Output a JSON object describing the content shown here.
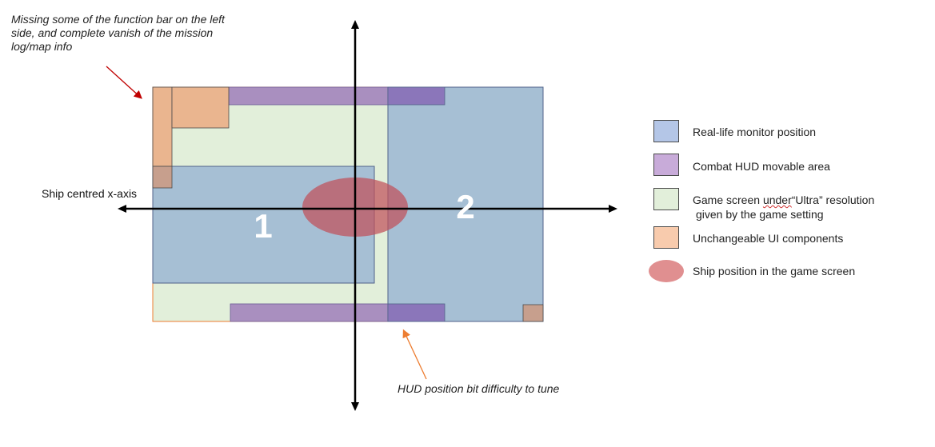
{
  "annotations": {
    "missing_ui": "Missing some of the function bar on the left side, and complete vanish of the mission log/map info",
    "hud_tune": "HUD position bit difficulty to tune",
    "x_axis": "Ship centred x-axis"
  },
  "regions": {
    "region_1": "1",
    "region_2": "2"
  },
  "legend": {
    "items": [
      {
        "label": "Real-life monitor position",
        "color": "#b4c6e7"
      },
      {
        "label": "Combat HUD movable area",
        "color": "#c8abd9"
      },
      {
        "label_prefix": "Game screen ",
        "label_wavy": "under",
        "label_suffix": "“Ultra” resolution",
        "label_line2": "given by the game setting",
        "color": "#e2efda"
      },
      {
        "label": "Unchangeable UI components",
        "color": "#f8cbad"
      },
      {
        "label": "Ship position in the game screen",
        "color": "#e08f90"
      }
    ]
  },
  "colors": {
    "monitor": "#a6bfd4",
    "hud": "#a98fbf",
    "hud_overlap": "#8b76ba",
    "game_screen": "#e2efda",
    "ui_components": "#eab58f",
    "ship": "#c0505a",
    "axis": "#000000",
    "red_arrow": "#c00000",
    "orange_arrow": "#ed7d31"
  }
}
